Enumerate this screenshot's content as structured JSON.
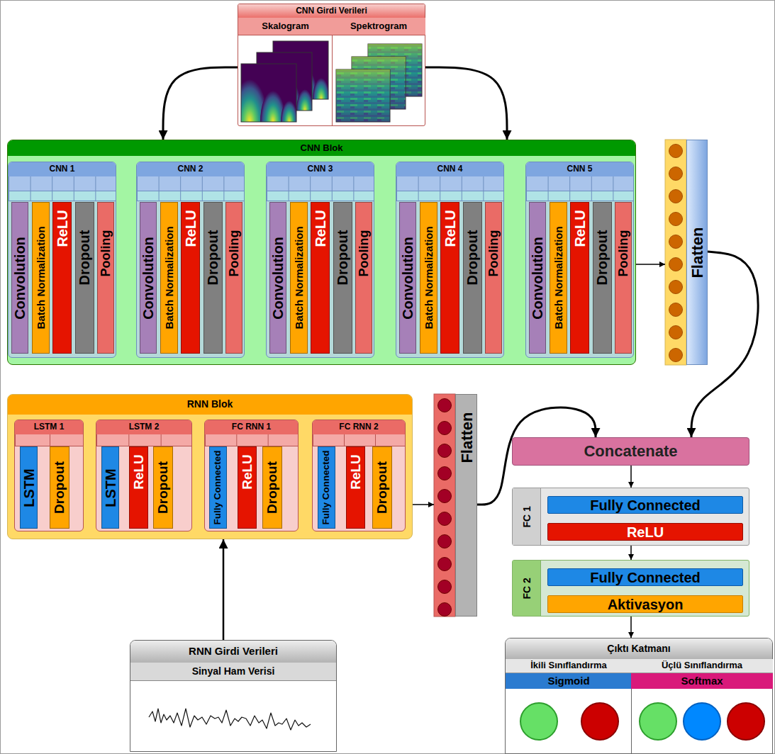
{
  "diagram": {
    "nodes": [
      {
        "text": [
          "CNN Girdi Verileri"
        ]
      },
      {
        "text": [
          "Skalogram"
        ],
        "in": 0
      },
      {
        "text": [
          "Spektrogram"
        ],
        "in": 0
      },
      {
        "text": [
          "CNN Blok"
        ]
      },
      {
        "text": [
          "CNN 1"
        ],
        "in": 3
      },
      {
        "text": [
          "Convolution"
        ],
        "in": 4
      },
      {
        "text": [
          "Batch Normalization"
        ],
        "in": 4
      },
      {
        "text": [
          "ReLU"
        ],
        "in": 4
      },
      {
        "text": [
          "Dropout"
        ],
        "in": 4
      },
      {
        "text": [
          "Pooling"
        ],
        "in": 4
      },
      {
        "text": [
          "CNN 2"
        ],
        "in": 3
      },
      {
        "text": [
          "Convolution"
        ],
        "in": 10
      },
      {
        "text": [
          "Batch Normalization"
        ],
        "in": 10
      },
      {
        "text": [
          "ReLU"
        ],
        "in": 10
      },
      {
        "text": [
          "Dropout"
        ],
        "in": 10
      },
      {
        "text": [
          "Pooling"
        ],
        "in": 10
      },
      {
        "text": [
          "CNN 3"
        ],
        "in": 3
      },
      {
        "text": [
          "Convolution"
        ],
        "in": 16
      },
      {
        "text": [
          "Batch Normalization"
        ],
        "in": 16
      },
      {
        "text": [
          "ReLU"
        ],
        "in": 16
      },
      {
        "text": [
          "Dropout"
        ],
        "in": 16
      },
      {
        "text": [
          "Pooling"
        ],
        "in": 16
      },
      {
        "text": [
          "CNN 4"
        ],
        "in": 3
      },
      {
        "text": [
          "Convolution"
        ],
        "in": 22
      },
      {
        "text": [
          "Batch Normalization"
        ],
        "in": 22
      },
      {
        "text": [
          "ReLU"
        ],
        "in": 22
      },
      {
        "text": [
          "Dropout"
        ],
        "in": 22
      },
      {
        "text": [
          "Pooling"
        ],
        "in": 22
      },
      {
        "text": [
          "CNN 5"
        ],
        "in": 3
      },
      {
        "text": [
          "Convolution"
        ],
        "in": 28
      },
      {
        "text": [
          "Batch Normalization"
        ],
        "in": 28
      },
      {
        "text": [
          "ReLU"
        ],
        "in": 28
      },
      {
        "text": [
          "Dropout"
        ],
        "in": 28
      },
      {
        "text": [
          "Pooling"
        ],
        "in": 28
      },
      {
        "text": [
          "Flatten"
        ]
      },
      {
        "text": [
          "RNN Blok"
        ]
      },
      {
        "text": [
          "LSTM 1"
        ],
        "in": 35
      },
      {
        "text": [
          "LSTM"
        ],
        "in": 36
      },
      {
        "text": [
          "Dropout"
        ],
        "in": 36
      },
      {
        "text": [
          "LSTM 2"
        ],
        "in": 35
      },
      {
        "text": [
          "LSTM"
        ],
        "in": 39
      },
      {
        "text": [
          "ReLU"
        ],
        "in": 39
      },
      {
        "text": [
          "Dropout"
        ],
        "in": 39
      },
      {
        "text": [
          "FC RNN 1"
        ],
        "in": 35
      },
      {
        "text": [
          "Fully Connected"
        ],
        "in": 43
      },
      {
        "text": [
          "ReLU"
        ],
        "in": 43
      },
      {
        "text": [
          "Dropout"
        ],
        "in": 43
      },
      {
        "text": [
          "FC RNN 2"
        ],
        "in": 35
      },
      {
        "text": [
          "Fully Connected"
        ],
        "in": 47
      },
      {
        "text": [
          "ReLU"
        ],
        "in": 47
      },
      {
        "text": [
          "Dropout"
        ],
        "in": 47
      },
      {
        "text": [
          "Flatten"
        ]
      },
      {
        "text": [
          "Concatenate"
        ]
      },
      {
        "text": [
          "FC 1"
        ]
      },
      {
        "text": [
          "Fully Connected"
        ],
        "in": 53
      },
      {
        "text": [
          "ReLU"
        ],
        "in": 53
      },
      {
        "text": [
          "FC 2"
        ]
      },
      {
        "text": [
          "Fully Connected"
        ],
        "in": 56
      },
      {
        "text": [
          "Aktivasyon"
        ],
        "in": 56
      },
      {
        "text": [
          "RNN Girdi Verileri",
          "Sinyal Ham Verisi"
        ]
      },
      {
        "text": [
          "Çıktı Katmanı"
        ]
      },
      {
        "text": [
          "İkili Sınıflandırma",
          "Sigmoid"
        ],
        "in": 60
      },
      {
        "text": [
          "Üçlü Sınıflandırma",
          "Softmax"
        ],
        "in": 60
      }
    ],
    "edges": [
      {
        "from": 0,
        "to": 3,
        "arrow": "to"
      },
      {
        "from": 0,
        "to": 3,
        "arrow": "to"
      },
      {
        "from": 4,
        "to": 10,
        "arrow": "to"
      },
      {
        "from": 10,
        "to": 16,
        "arrow": "to"
      },
      {
        "from": 16,
        "to": 22,
        "arrow": "to"
      },
      {
        "from": 22,
        "to": 28,
        "arrow": "to"
      },
      {
        "from": 28,
        "to": 34,
        "arrow": "to"
      },
      {
        "from": 34,
        "to": 52,
        "arrow": "to"
      },
      {
        "from": 36,
        "to": 39,
        "arrow": "to"
      },
      {
        "from": 39,
        "to": 43,
        "arrow": "to"
      },
      {
        "from": 43,
        "to": 47,
        "arrow": "to"
      },
      {
        "from": 47,
        "to": 51,
        "arrow": "to"
      },
      {
        "from": 51,
        "to": 52,
        "arrow": "to"
      },
      {
        "from": 59,
        "to": 35,
        "arrow": "to"
      },
      {
        "from": 52,
        "to": 53,
        "arrow": "to"
      },
      {
        "from": 53,
        "to": 56,
        "arrow": "to"
      },
      {
        "from": 56,
        "to": 60,
        "arrow": "to"
      }
    ]
  }
}
